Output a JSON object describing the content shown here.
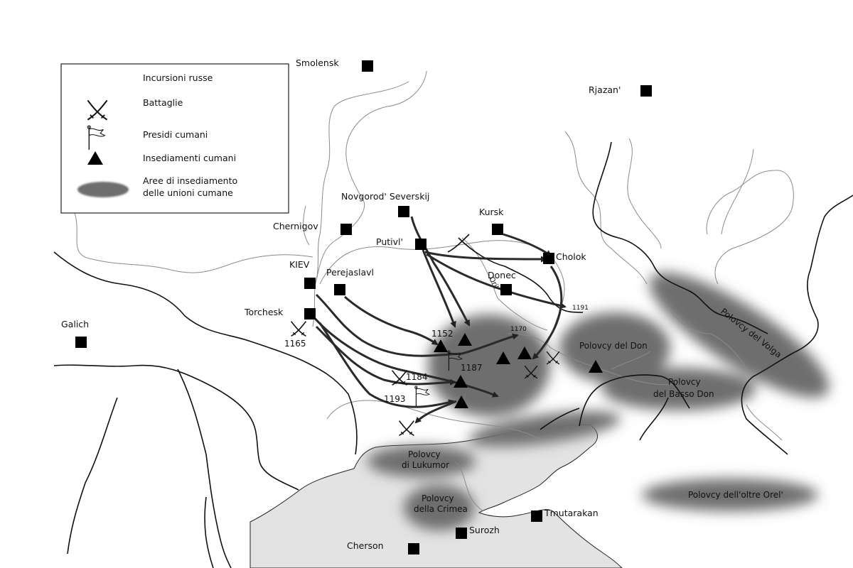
{
  "legend": {
    "raids": "Incursioni russe",
    "battles": "Battaglie",
    "garrisons": "Presidi cumani",
    "settlements": "Insediamenti cumani",
    "areas_line1": "Aree di insediamento",
    "areas_line2": "delle unioni cumane"
  },
  "cities": {
    "smolensk": "Smolensk",
    "rjazan": "Rjazan'",
    "novgorod": "Novgorod' Severskij",
    "kursk": "Kursk",
    "chernigov": "Chernigov",
    "putivl": "Putivl'",
    "cholok": "Cholok",
    "kiev": "KIEV",
    "perejaslavl": "Perejaslavl",
    "donec": "Donec",
    "torchesk": "Torchesk",
    "galich": "Galich",
    "tmutarakan": "Tmutarakan",
    "surozh": "Surozh",
    "cherson": "Cherson"
  },
  "years": {
    "y1191": "1191",
    "y1170": "1170",
    "y1152": "1152",
    "y1187": "1187",
    "y1184": "1184",
    "y1193": "1193",
    "y1165": "1165"
  },
  "areas": {
    "don_1": "Polovcy del Don",
    "basso_don_1": "Polovcy",
    "basso_don_2": "del Basso Don",
    "volga": "Polovcy del Volga",
    "lukumor_1": "Polovcy",
    "lukumor_2": "di Lukumor",
    "crimea_1": "Polovcy",
    "crimea_2": "della Crimea",
    "orel": "Polovcy dell'oltre Orel'"
  },
  "river_name": "Oril'",
  "colors": {
    "sea": "#e3e3e3",
    "area_fill": "#6e6e6e",
    "river": "#8a8a8a",
    "border": "#111111",
    "arrow": "#2a2a2a"
  }
}
